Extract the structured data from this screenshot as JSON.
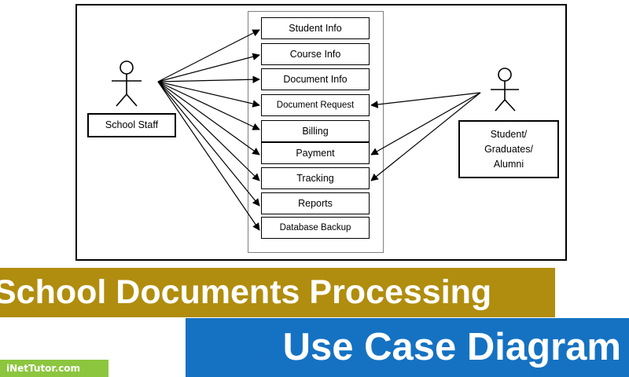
{
  "diagram": {
    "actors": {
      "staff": "School Staff",
      "student": "Student/\nGraduates/\nAlumni"
    },
    "use_cases": [
      "Student Info",
      "Course Info",
      "Document Info",
      "Document Request",
      "Billing",
      "Payment",
      "Tracking",
      "Reports",
      "Database Backup"
    ],
    "student_links": [
      "Document Request",
      "Payment",
      "Tracking"
    ]
  },
  "banner": {
    "line1": "School Documents Processing",
    "line2": "Use Case Diagram"
  },
  "brand": "iNetTutor.com",
  "colors": {
    "gold": "#b08d0e",
    "blue": "#1572c2",
    "green": "#8cc63e"
  }
}
